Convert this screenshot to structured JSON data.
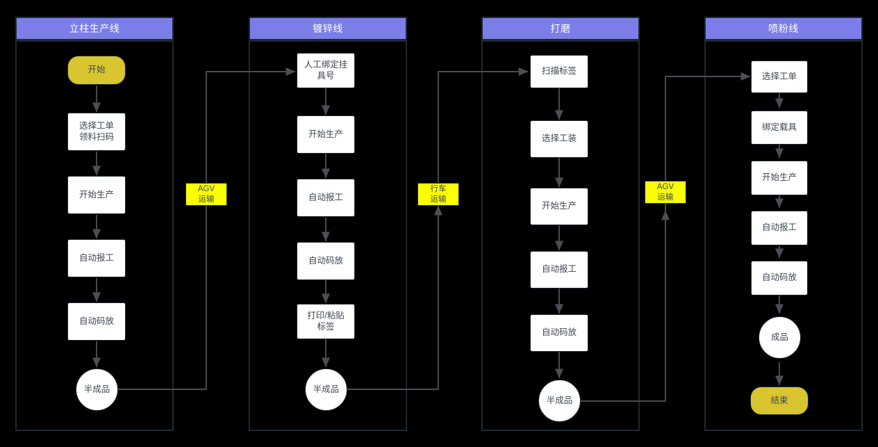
{
  "diagram": {
    "title_visible": false,
    "background": "#000000",
    "colors": {
      "lane_header_fill": "#7b7ee8",
      "lane_header_text": "#ffffff",
      "lane_border": "#1f2933",
      "node_fill": "#ffffff",
      "node_border": "#1f2933",
      "node_text": "#3d4752",
      "terminator_fill": "#d8c52f",
      "transport_fill": "#fbff00",
      "connector": "#4a4f55"
    },
    "lanes": [
      {
        "id": "lane-pillar",
        "title": "立柱生产线",
        "nodes": [
          {
            "id": "n1-1",
            "label": "开始",
            "shape": "terminator"
          },
          {
            "id": "n1-2",
            "label": "选择工单\n领料扫码",
            "shape": "process"
          },
          {
            "id": "n1-3",
            "label": "开始生产",
            "shape": "process"
          },
          {
            "id": "n1-4",
            "label": "自动报工",
            "shape": "process"
          },
          {
            "id": "n1-5",
            "label": "自动码放",
            "shape": "process"
          },
          {
            "id": "n1-6",
            "label": "半成品",
            "shape": "circle"
          }
        ]
      },
      {
        "id": "lane-galvanizing",
        "title": "镀锌线",
        "nodes": [
          {
            "id": "n2-1",
            "label": "人工绑定挂\n具号",
            "shape": "process"
          },
          {
            "id": "n2-2",
            "label": "开始生产",
            "shape": "process"
          },
          {
            "id": "n2-3",
            "label": "自动报工",
            "shape": "process"
          },
          {
            "id": "n2-4",
            "label": "自动码放",
            "shape": "process"
          },
          {
            "id": "n2-5",
            "label": "打印/粘贴\n标签",
            "shape": "process"
          },
          {
            "id": "n2-6",
            "label": "半成品",
            "shape": "circle"
          }
        ]
      },
      {
        "id": "lane-grinding",
        "title": "打磨",
        "nodes": [
          {
            "id": "n3-1",
            "label": "扫描标签",
            "shape": "process"
          },
          {
            "id": "n3-2",
            "label": "选择工装",
            "shape": "process"
          },
          {
            "id": "n3-3",
            "label": "开始生产",
            "shape": "process"
          },
          {
            "id": "n3-4",
            "label": "自动报工",
            "shape": "process"
          },
          {
            "id": "n3-5",
            "label": "自动码放",
            "shape": "process"
          },
          {
            "id": "n3-6",
            "label": "半成品",
            "shape": "circle"
          }
        ]
      },
      {
        "id": "lane-powder",
        "title": "喷粉线",
        "nodes": [
          {
            "id": "n4-1",
            "label": "选择工单",
            "shape": "process"
          },
          {
            "id": "n4-2",
            "label": "绑定载具",
            "shape": "process"
          },
          {
            "id": "n4-3",
            "label": "开始生产",
            "shape": "process"
          },
          {
            "id": "n4-4",
            "label": "自动报工",
            "shape": "process"
          },
          {
            "id": "n4-5",
            "label": "自动码放",
            "shape": "process"
          },
          {
            "id": "n4-6",
            "label": "成品",
            "shape": "circle"
          },
          {
            "id": "n4-7",
            "label": "结束",
            "shape": "terminator"
          }
        ]
      }
    ],
    "transports": [
      {
        "id": "t1",
        "label_line1": "AGV",
        "label_line2": "运输",
        "between": "立柱生产线 → 镀锌线"
      },
      {
        "id": "t2",
        "label_line1": "行车",
        "label_line2": "运输",
        "between": "镀锌线 → 打磨"
      },
      {
        "id": "t3",
        "label_line1": "AGV",
        "label_line2": "运输",
        "between": "打磨 → 喷粉线"
      }
    ]
  }
}
